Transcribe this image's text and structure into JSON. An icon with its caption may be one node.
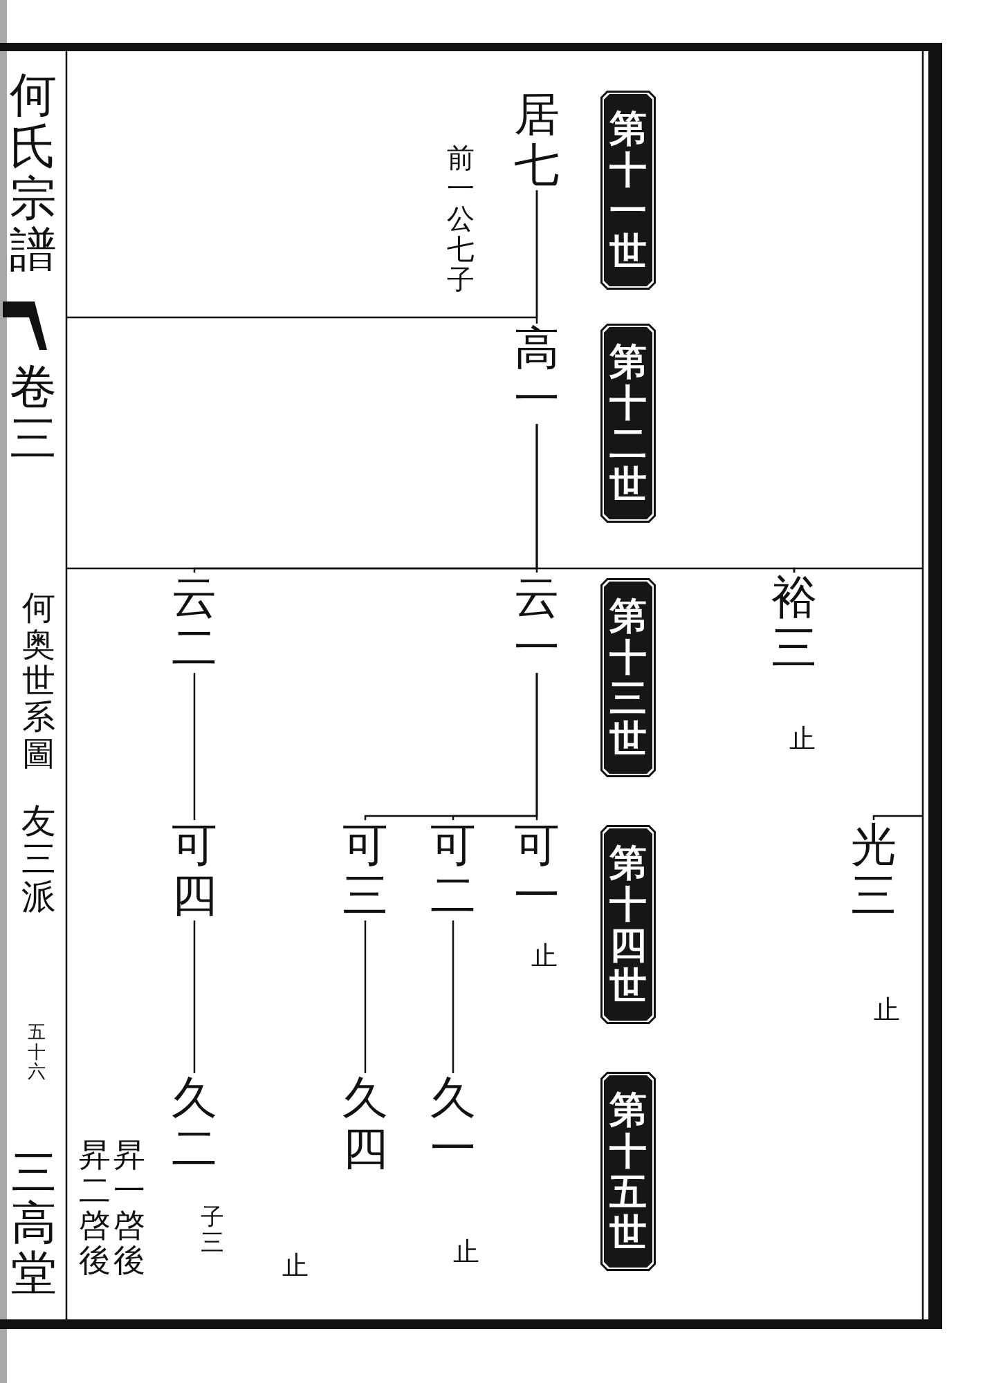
{
  "diagram": {
    "nodes": [
      {
        "text": [
          "第十一世"
        ]
      },
      {
        "text": [
          "第十二世"
        ]
      },
      {
        "text": [
          "第十三世"
        ]
      },
      {
        "text": [
          "第十四世"
        ]
      },
      {
        "text": [
          "第十五世"
        ]
      },
      {
        "text": [
          "居七"
        ],
        "beside": [
          "前一公七子"
        ]
      },
      {
        "text": [
          "高一"
        ]
      },
      {
        "text": [
          "裕三"
        ],
        "beside": [
          "止"
        ]
      },
      {
        "text": [
          "云一"
        ]
      },
      {
        "text": [
          "云二"
        ]
      },
      {
        "text": [
          "光三"
        ],
        "beside": [
          "止"
        ]
      },
      {
        "text": [
          "可一"
        ],
        "beside": [
          "止"
        ]
      },
      {
        "text": [
          "可二"
        ]
      },
      {
        "text": [
          "可三"
        ]
      },
      {
        "text": [
          "可四"
        ]
      },
      {
        "text": [
          "久一"
        ],
        "beside": [
          "止"
        ]
      },
      {
        "text": [
          "久四"
        ],
        "beside": [
          "止"
        ]
      },
      {
        "text": [
          "久二"
        ],
        "beside": [
          "子三",
          "昇一啓後",
          "昇二啓後"
        ]
      }
    ],
    "edges": [
      {
        "from": 5,
        "to": 6,
        "arrow": "none"
      },
      {
        "from": 5,
        "to": null,
        "arrow": "none"
      },
      {
        "from": 6,
        "to": 8,
        "arrow": "none"
      },
      {
        "from": 6,
        "to": 9,
        "arrow": "none"
      },
      {
        "from": 6,
        "to": 7,
        "arrow": "none"
      },
      {
        "from": 6,
        "to": null,
        "arrow": "none"
      },
      {
        "from": null,
        "to": 7,
        "arrow": "none"
      },
      {
        "from": 8,
        "to": 11,
        "arrow": "none"
      },
      {
        "from": 8,
        "to": 12,
        "arrow": "none"
      },
      {
        "from": 8,
        "to": 13,
        "arrow": "none"
      },
      {
        "from": 9,
        "to": 14,
        "arrow": "none"
      },
      {
        "from": null,
        "to": 10,
        "arrow": "none"
      },
      {
        "from": 12,
        "to": 15,
        "arrow": "none"
      },
      {
        "from": 13,
        "to": 16,
        "arrow": "none"
      },
      {
        "from": 14,
        "to": 17,
        "arrow": "none"
      }
    ],
    "labels": [
      "何氏宗譜",
      "卷三",
      "何奥世系圖",
      "友三派",
      "五十六",
      "三高堂"
    ]
  }
}
